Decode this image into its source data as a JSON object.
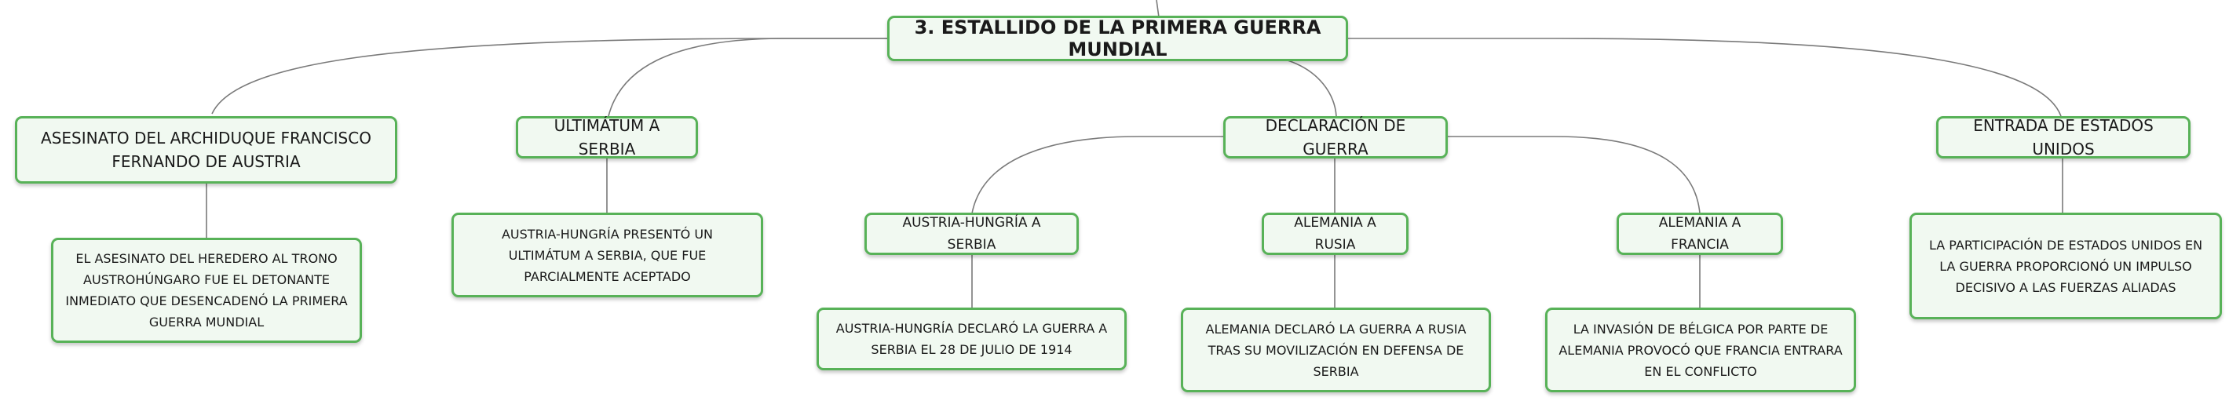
{
  "root": {
    "label": "3. ESTALLIDO DE LA PRIMERA GUERRA MUNDIAL"
  },
  "branches": [
    {
      "label": "ASESINATO DEL ARCHIDUQUE FRANCISCO FERNANDO DE AUSTRIA",
      "detail": "EL ASESINATO DEL HEREDERO AL TRONO AUSTROHÚNGARO FUE EL DETONANTE INMEDIATO QUE DESENCADENÓ LA PRIMERA GUERRA MUNDIAL"
    },
    {
      "label": "ULTIMÁTUM A SERBIA",
      "detail": "AUSTRIA-HUNGRÍA PRESENTÓ UN ULTIMÁTUM A SERBIA, QUE FUE PARCIALMENTE ACEPTADO"
    },
    {
      "label": "DECLARACIÓN DE GUERRA",
      "children": [
        {
          "label": "AUSTRIA-HUNGRÍA A SERBIA",
          "detail": "AUSTRIA-HUNGRÍA DECLARÓ LA GUERRA A SERBIA EL 28 DE JULIO DE 1914"
        },
        {
          "label": "ALEMANIA A RUSIA",
          "detail": "ALEMANIA DECLARÓ LA GUERRA A RUSIA TRAS SU MOVILIZACIÓN EN DEFENSA DE SERBIA"
        },
        {
          "label": "ALEMANIA A FRANCIA",
          "detail": "LA INVASIÓN DE BÉLGICA POR PARTE DE ALEMANIA PROVOCÓ QUE FRANCIA ENTRARA EN EL CONFLICTO"
        }
      ]
    },
    {
      "label": "ENTRADA DE ESTADOS UNIDOS",
      "detail": "LA PARTICIPACIÓN DE ESTADOS UNIDOS EN LA GUERRA PROPORCIONÓ UN IMPULSO DECISIVO A LAS FUERZAS ALIADAS"
    }
  ]
}
